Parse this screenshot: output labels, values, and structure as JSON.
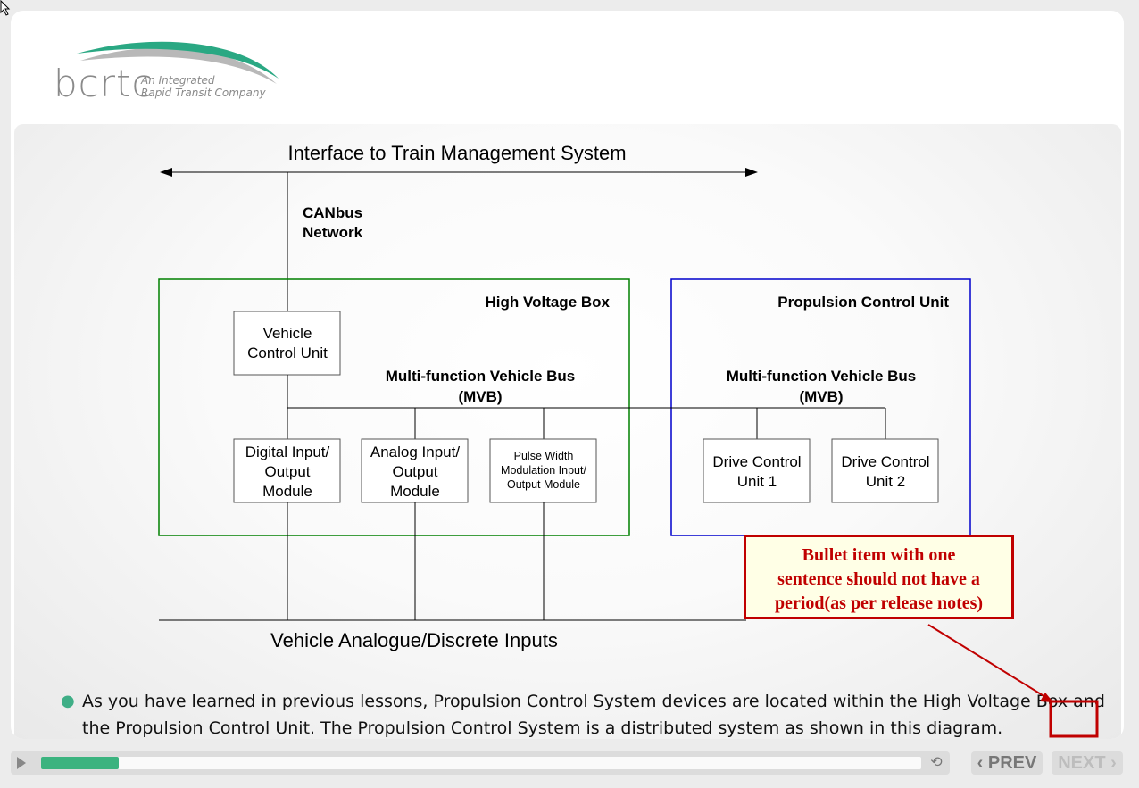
{
  "logo": {
    "brand": "bcrtc",
    "tagline_line1": "An Integrated",
    "tagline_line2": "Rapid Transit Company",
    "swoosh_color": "#2aa883"
  },
  "diagram": {
    "top_label": "Interface to Train Management System",
    "canbus_line1": "CANbus",
    "canbus_line2": "Network",
    "hv_box_title": "High Voltage Box",
    "hv_box_color": "#008000",
    "pcu_box_title": "Propulsion Control Unit",
    "pcu_box_color": "#0000cc",
    "vcu_line1": "Vehicle",
    "vcu_line2": "Control Unit",
    "mvb_left_line1": "Multi-function Vehicle Bus",
    "mvb_left_line2": "(MVB)",
    "mvb_right_line1": "Multi-function Vehicle Bus",
    "mvb_right_line2": "(MVB)",
    "dio_line1": "Digital Input/",
    "dio_line2": "Output",
    "dio_line3": "Module",
    "aio_line1": "Analog Input/",
    "aio_line2": "Output",
    "aio_line3": "Module",
    "pwm_line1": "Pulse Width",
    "pwm_line2": "Modulation Input/",
    "pwm_line3": "Output Module",
    "dcu1_line1": "Drive Control",
    "dcu1_line2": "Unit 1",
    "dcu2_line1": "Drive Control",
    "dcu2_line2": "Unit 2",
    "bottom_label": "Vehicle Analogue/Discrete Inputs"
  },
  "bullet": {
    "text": "As you have learned in previous lessons, Propulsion Control System devices are located within the High Voltage Box and the Propulsion Control Unit. The Propulsion Control System is a distributed system as shown in this diagram."
  },
  "callout": {
    "line1": "Bullet item with one",
    "line2": "sentence should not have a",
    "line3": "period(as per release notes)",
    "color": "#c00000"
  },
  "player": {
    "progress": 0.088,
    "prev_label": "PREV",
    "next_label": "NEXT",
    "prev_chevron": "‹",
    "next_chevron": "›",
    "replay_icon": "⟲",
    "accent": "#3bb37f"
  }
}
